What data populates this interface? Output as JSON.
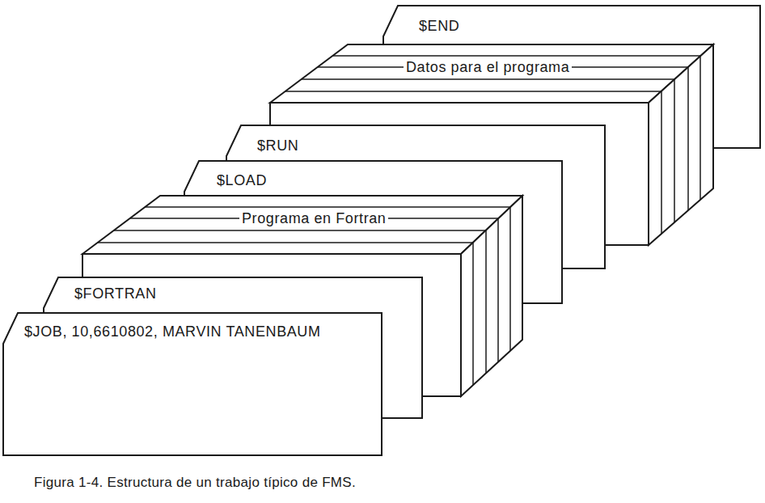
{
  "diagram": {
    "caption": "Figura 1-4. Estructura de un trabajo típico de FMS.",
    "nodes": [
      {
        "text": [
          "$JOB, 10,6610802, MARVIN TANENBAUM"
        ]
      },
      {
        "text": [
          "$FORTRAN"
        ]
      },
      {
        "text": [
          "Programa en Fortran"
        ]
      },
      {
        "text": [
          "$LOAD"
        ]
      },
      {
        "text": [
          "$RUN"
        ]
      },
      {
        "text": [
          "Datos para el programa"
        ]
      },
      {
        "text": [
          "$END"
        ]
      }
    ]
  }
}
